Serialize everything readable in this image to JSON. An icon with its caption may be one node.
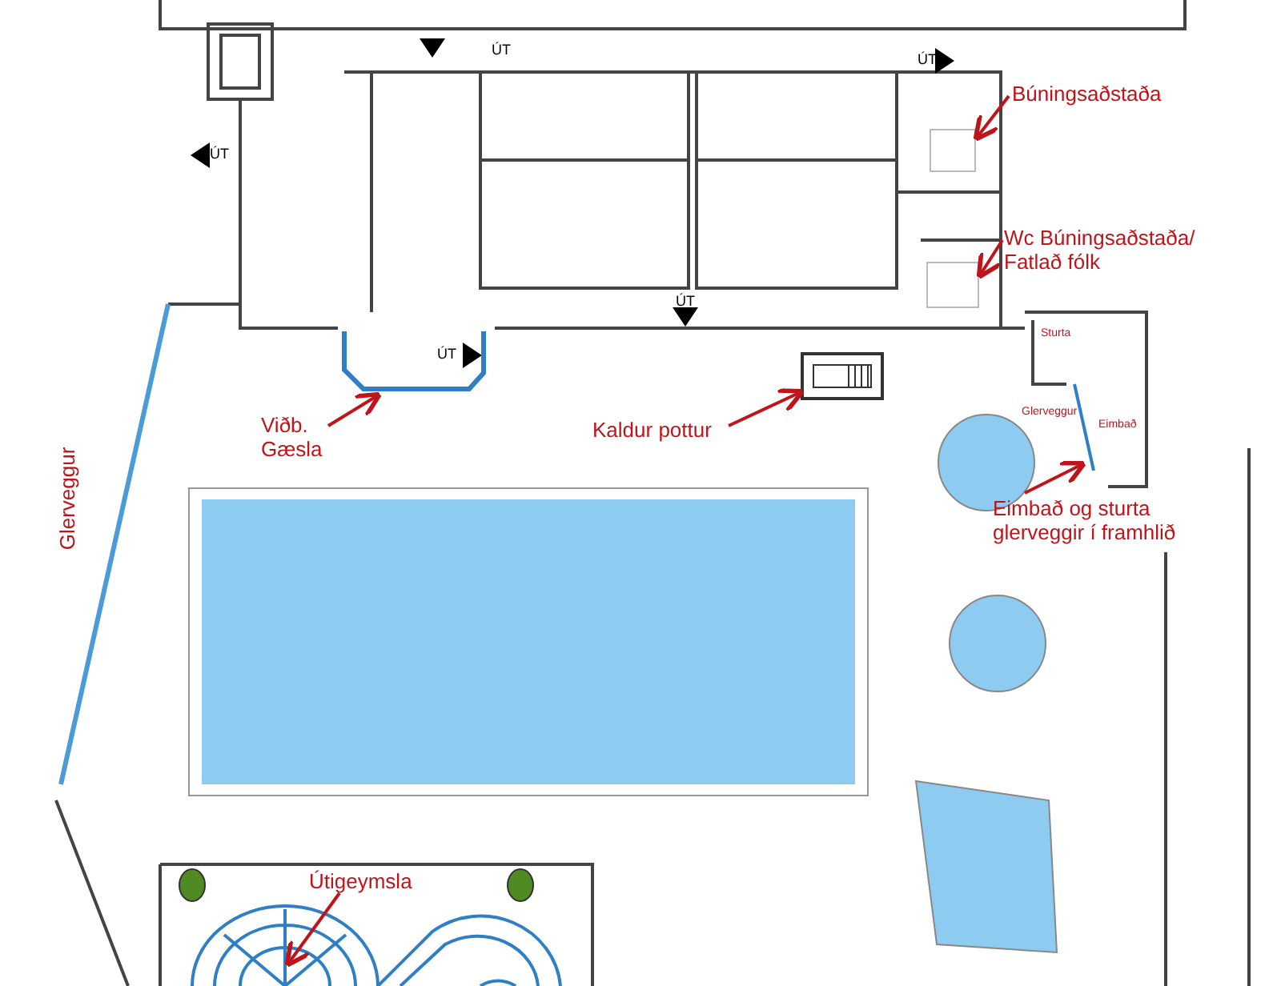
{
  "diagram": {
    "nodes": [
      {
        "text": [
          "Búningsaðstaða"
        ]
      },
      {
        "text": [],
        "shape": "box"
      },
      {
        "text": [
          "Wc Búningsaðstaða/ Fatlað fólk"
        ]
      },
      {
        "text": [],
        "shape": "box"
      },
      {
        "text": [
          "Viðb. Gæsla"
        ]
      },
      {
        "text": [],
        "shape": "picture"
      },
      {
        "text": [
          "Kaldur pottur"
        ]
      },
      {
        "text": [],
        "shape": "picture"
      },
      {
        "text": [
          "Eimbað og sturta glerveggir í framhlið"
        ]
      },
      {
        "text": [],
        "shape": "picture"
      },
      {
        "text": [
          "Útigeymsla"
        ]
      },
      {
        "text": [],
        "shape": "picture"
      }
    ],
    "edges": [
      {
        "from": 0,
        "to": 1,
        "arrow": "to"
      },
      {
        "from": 2,
        "to": 3,
        "arrow": "to"
      },
      {
        "from": 4,
        "to": 5,
        "arrow": "to"
      },
      {
        "from": 6,
        "to": 7,
        "arrow": "to"
      },
      {
        "from": 8,
        "to": 9,
        "arrow": "to"
      },
      {
        "from": 10,
        "to": 11,
        "arrow": "to"
      }
    ],
    "labels": [
      "ÚT",
      "ÚT",
      "ÚT",
      "ÚT",
      "ÚT",
      "Sturta",
      "Glerveggur",
      "Eimbað",
      "Glerveggur"
    ]
  }
}
